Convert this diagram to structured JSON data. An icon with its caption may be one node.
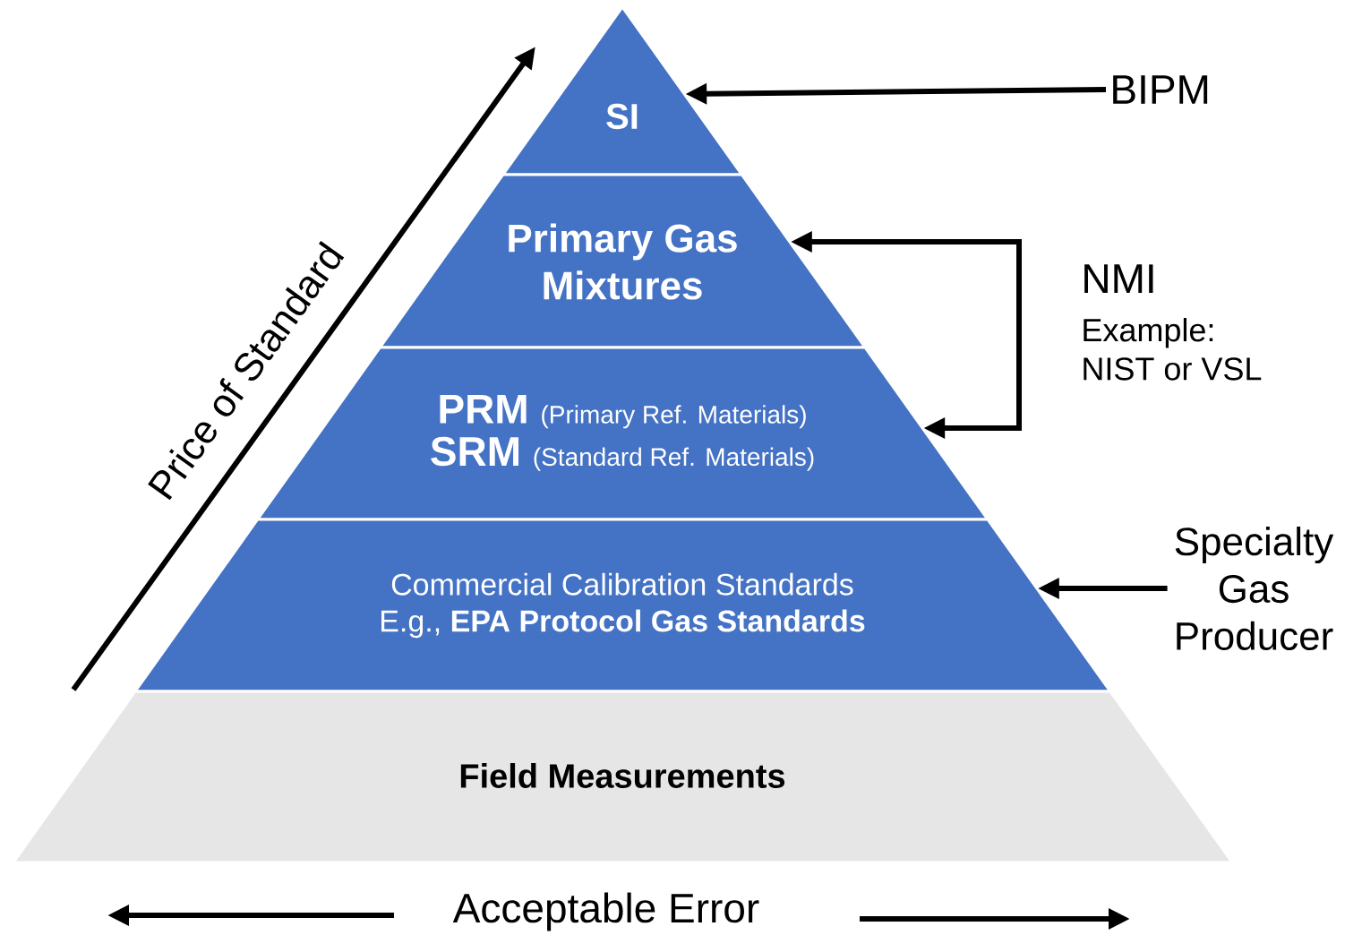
{
  "diagram": {
    "nodes": [
      {
        "text": [
          "SI"
        ]
      },
      {
        "text": [
          "Primary Gas Mixtures"
        ]
      },
      {
        "text": [
          "PRM",
          "(Primary Ref. Materials)",
          "SRM",
          "(Standard Ref. Materials)"
        ]
      },
      {
        "text": [
          "Commercial Calibration Standards",
          "E.g., **EPA Protocol Gas Standards**"
        ]
      },
      {
        "text": [
          "Field Measurements"
        ]
      },
      {
        "text": [
          "BIPM"
        ]
      },
      {
        "text": [
          "NMI",
          "Example: NIST or VSL"
        ]
      },
      {
        "text": [
          "Specialty Gas Producer"
        ]
      }
    ],
    "edges": [
      {
        "from": 5,
        "to": 0,
        "arrow": "to"
      },
      {
        "from": 6,
        "to": 1,
        "arrow": "to"
      },
      {
        "from": 6,
        "to": 2,
        "arrow": "to"
      },
      {
        "from": 7,
        "to": 3,
        "arrow": "to"
      }
    ],
    "labels": [
      "Price of Standard",
      "Acceptable Error"
    ]
  }
}
